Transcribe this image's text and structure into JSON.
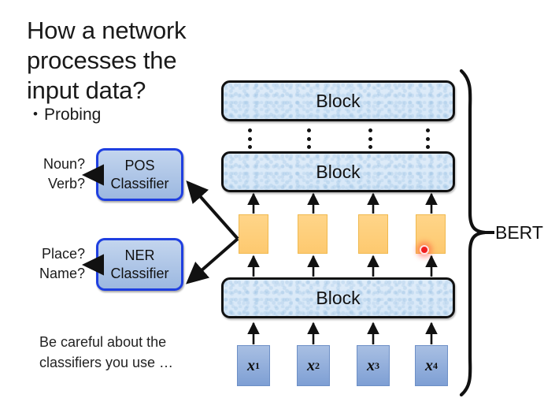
{
  "slide": {
    "title": "How a network processes the input data?",
    "title_line1": "How a network processes the",
    "title_line2": "input data?",
    "bullet": {
      "marker": "•",
      "text": "Probing"
    },
    "caption": "Be careful about the classifiers you use …",
    "background_color": "#ffffff"
  },
  "probes": [
    {
      "id": "pos",
      "box_label_line1": "POS",
      "box_label_line2": "Classifier",
      "output_line1": "Noun?",
      "output_line2": "Verb?",
      "border_color": "#1f3fe0",
      "fill_color": "#9cb8e0"
    },
    {
      "id": "ner",
      "box_label_line1": "NER",
      "box_label_line2": "Classifier",
      "output_line1": "Place?",
      "output_line2": "Name?",
      "border_color": "#1f3fe0",
      "fill_color": "#9cb8e0"
    }
  ],
  "network": {
    "bracket_label": "BERT",
    "blocks": [
      {
        "id": "top",
        "label": "Block"
      },
      {
        "id": "mid",
        "label": "Block"
      },
      {
        "id": "bottom",
        "label": "Block"
      }
    ],
    "ellipsis_columns": 4,
    "ellipsis_glyph": "⋮",
    "hidden_states": [
      {
        "index": 1,
        "color": "#fdc96f"
      },
      {
        "index": 2,
        "color": "#fdc96f"
      },
      {
        "index": 3,
        "color": "#fdc96f"
      },
      {
        "index": 4,
        "color": "#fdc96f"
      }
    ],
    "inputs": [
      {
        "base": "x",
        "sup": "1"
      },
      {
        "base": "x",
        "sup": "2"
      },
      {
        "base": "x",
        "sup": "3"
      },
      {
        "base": "x",
        "sup": "4"
      }
    ]
  },
  "pointer": {
    "name": "red-pointer-dot",
    "color": "#f01f1f",
    "target": "hidden-state-4"
  }
}
